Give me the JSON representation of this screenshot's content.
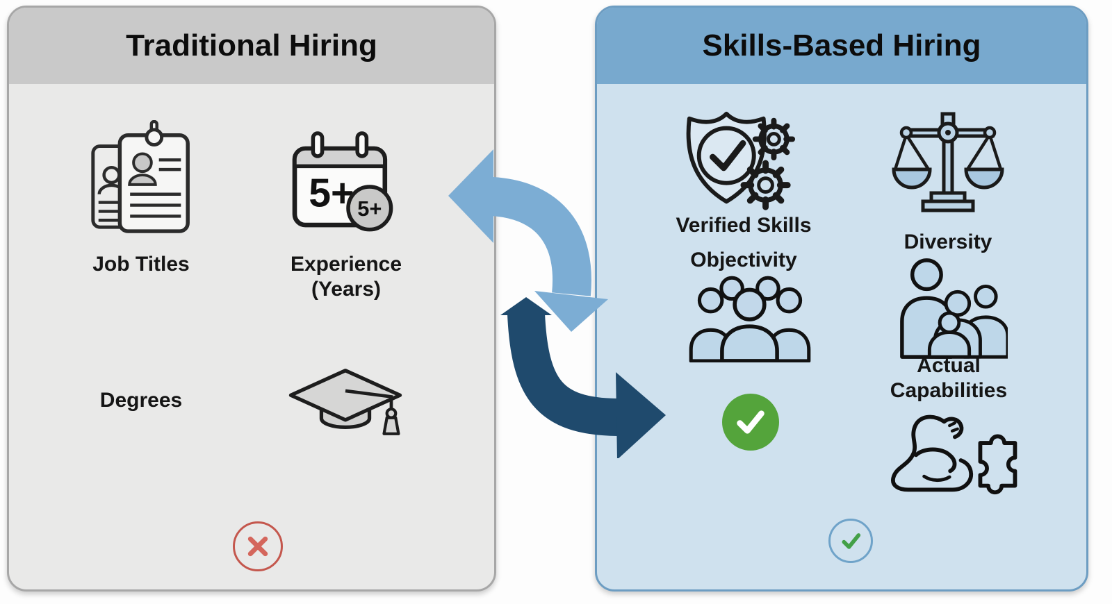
{
  "left_panel": {
    "title": "Traditional Hiring",
    "items": {
      "job_titles": {
        "label": "Job Titles",
        "icon": "resume-cards-icon"
      },
      "experience": {
        "label": "Experience\n(Years)",
        "icon": "calendar-icon",
        "calendar_value": "5+",
        "badge_value": "5+"
      },
      "degrees": {
        "label": "Degrees",
        "icon": "graduation-cap-icon"
      }
    },
    "verdict_icon": "x-circle-icon",
    "colors": {
      "header_bg": "#c9c9c9",
      "body_bg": "#e9e9e8",
      "border": "#a7a7a7",
      "x_red": "#d4665c"
    }
  },
  "right_panel": {
    "title": "Skills-Based Hiring",
    "items": {
      "verified_skills": {
        "label": "Verified Skills",
        "icon": "shield-check-gears-icon"
      },
      "objectivity": {
        "label": "Objectivity",
        "icon": "people-group-icon"
      },
      "diversity": {
        "label": "Diversity",
        "icon": "balance-scale-icon"
      },
      "actual_capabilities": {
        "label": "Actual\nCapabilities",
        "icon": "people-team-icon",
        "secondary_icon": "muscle-puzzle-icon"
      }
    },
    "approval_icon": "green-check-badge",
    "verdict_icon": "check-circle-icon",
    "colors": {
      "header_bg": "#78a9ce",
      "body_bg": "#cfe1ee",
      "border": "#6d9dc2",
      "check_green": "#54a43b"
    }
  },
  "arrows": {
    "toward_left_color": "#7cadd4",
    "toward_right_color": "#1f4a6d"
  }
}
